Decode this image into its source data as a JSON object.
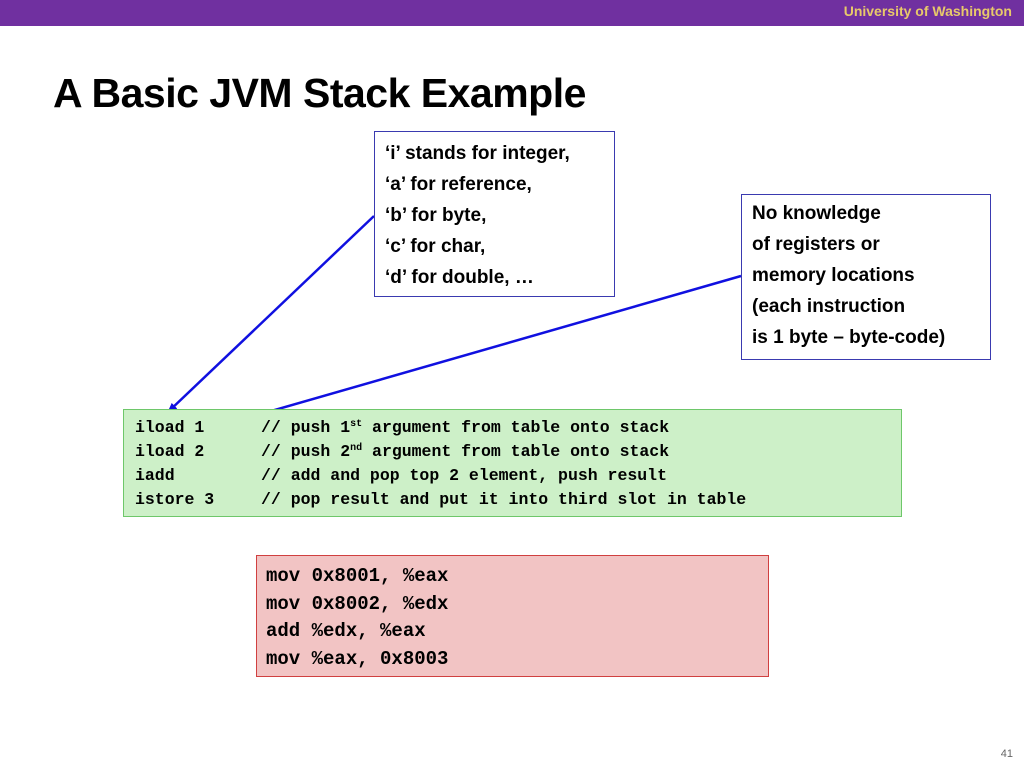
{
  "header": {
    "university": "University of Washington"
  },
  "slide": {
    "title": "A Basic JVM Stack Example",
    "page_number": "41"
  },
  "callout_types": {
    "lines": [
      "‘i’ stands for integer,",
      "‘a’ for reference,",
      "‘b’ for byte,",
      "‘c’ for char,",
      "‘d’ for double, …"
    ]
  },
  "callout_registers": {
    "lines": [
      "No knowledge",
      "of registers or",
      "memory locations",
      "(each instruction",
      "is 1 byte – byte-code)"
    ]
  },
  "jvm_code": {
    "rows": [
      {
        "instr": "iload 1",
        "comment_pre": "// push 1",
        "comment_sup": "st",
        "comment_post": " argument from table onto stack"
      },
      {
        "instr": "iload 2",
        "comment_pre": "// push 2",
        "comment_sup": "nd",
        "comment_post": " argument from table onto stack"
      },
      {
        "instr": "iadd",
        "comment_pre": "// add and pop top 2 element, push result",
        "comment_sup": "",
        "comment_post": ""
      },
      {
        "instr": "istore 3",
        "comment_pre": "// pop result and put it into third slot in table",
        "comment_sup": "",
        "comment_post": ""
      }
    ]
  },
  "asm_code": {
    "lines": [
      "mov 0x8001, %eax",
      "mov 0x8002, %edx",
      "add %edx, %eax",
      "mov %eax, 0x8003"
    ]
  },
  "colors": {
    "header_bar": "#7030a0",
    "header_text": "#e8c96a",
    "arrow": "#1010e0",
    "jvm_box_fill": "#cdf0c8",
    "asm_box_fill": "#f2c4c4"
  }
}
